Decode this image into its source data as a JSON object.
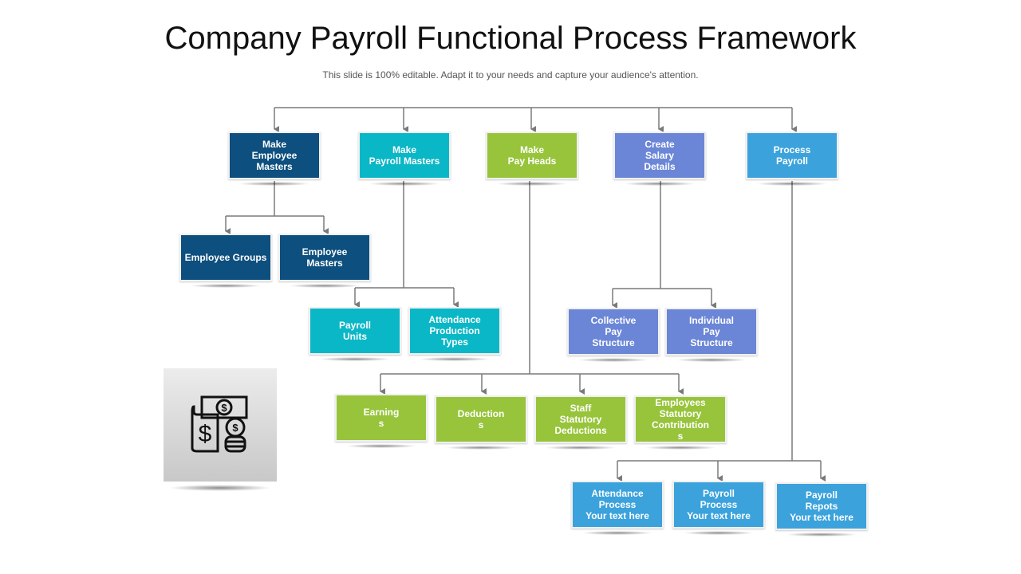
{
  "title": "Company Payroll Functional Process Framework",
  "subtitle": "This slide is 100% editable. Adapt it to your needs and capture your audience's attention.",
  "colors": {
    "dark_blue": "#0d4f7e",
    "teal": "#0ab7c6",
    "green": "#97c43b",
    "periwinkle": "#6b86d6",
    "sky_blue": "#3ba2dc"
  },
  "icon": "payroll-money-icon",
  "top": [
    "Make\nEmployee\nMasters",
    "Make\nPayroll Masters",
    "Make\nPay Heads",
    "Create\nSalary\nDetails",
    "Process\nPayroll"
  ],
  "employee_children": [
    "Employee Groups",
    "Employee\nMasters"
  ],
  "payroll_children": [
    "Payroll\nUnits",
    "Attendance\nProduction\nTypes"
  ],
  "payheads_children": [
    "Earning\ns",
    "Deduction\ns",
    "Staff\nStatutory\nDeductions",
    "Employees\nStatutory\nContribution\ns"
  ],
  "salary_children": [
    "Collective\nPay\nStructure",
    "Individual\nPay\nStructure"
  ],
  "process_children": [
    "Attendance\nProcess\nYour text here",
    "Payroll\nProcess\nYour text here",
    "Payroll\nRepots\nYour text here"
  ]
}
